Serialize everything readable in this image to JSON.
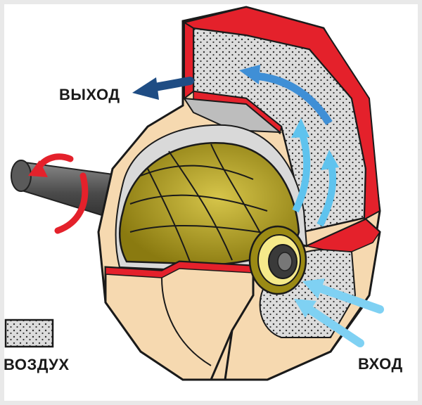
{
  "labels": {
    "outlet": "ВЫХОД",
    "inlet": "ВХОД",
    "air": "ВОЗДУХ"
  },
  "colors": {
    "background": "#e9e9e9",
    "housing": "#f6d9b0",
    "housing_edge": "#1a1a1a",
    "wall_red": "#e4212b",
    "air_fill": "#d9d9d9",
    "impeller": "#9b8a14",
    "impeller_light": "#cdbb3e",
    "shaft": "#5a5a5a",
    "arrow_dark": "#1f4d84",
    "arrow_light": "#5fc3ee",
    "rotation_arrow": "#e4212b"
  },
  "icons": {
    "rotation": "curved-rotation-arrow",
    "flow": "air-flow-arrow"
  }
}
